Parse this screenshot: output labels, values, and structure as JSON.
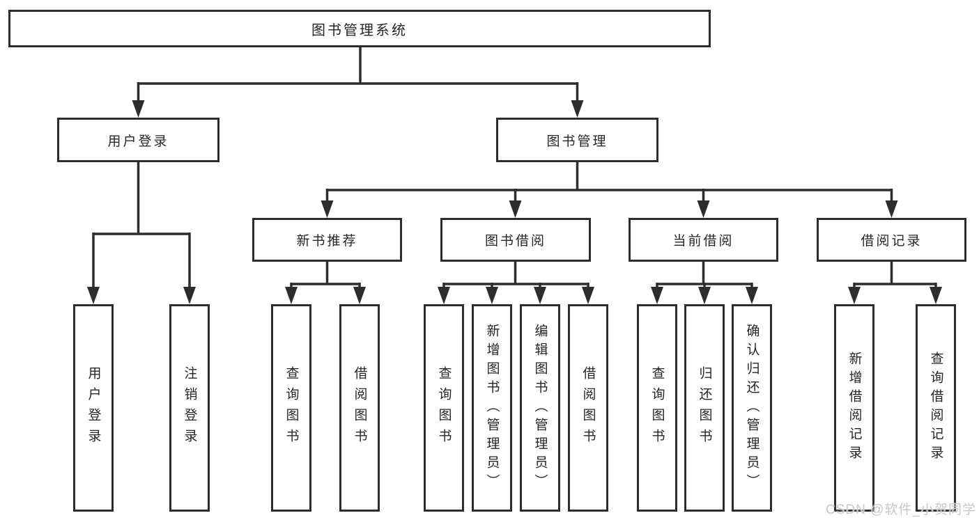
{
  "diagram": {
    "root": {
      "label": "图书管理系统"
    },
    "branches": [
      {
        "label": "用户登录",
        "children": [
          {
            "label": "用户登录"
          },
          {
            "label": "注销登录"
          }
        ]
      },
      {
        "label": "图书管理",
        "children": [
          {
            "label": "新书推荐",
            "children": [
              {
                "label": "查询图书"
              },
              {
                "label": "借阅图书"
              }
            ]
          },
          {
            "label": "图书借阅",
            "children": [
              {
                "label": "查询图书"
              },
              {
                "label": "新增图书（管理员）"
              },
              {
                "label": "编辑图书（管理员）"
              },
              {
                "label": "借阅图书"
              }
            ]
          },
          {
            "label": "当前借阅",
            "children": [
              {
                "label": "查询图书"
              },
              {
                "label": "归还图书"
              },
              {
                "label": "确认归还（管理员）"
              }
            ]
          },
          {
            "label": "借阅记录",
            "children": [
              {
                "label": "新增借阅记录"
              },
              {
                "label": "查询借阅记录"
              }
            ]
          }
        ]
      }
    ],
    "watermark": {
      "text": "CSDN @软件_小贺同学"
    }
  },
  "colors": {
    "line": "#2d2d2d",
    "box_border": "#2d2d2d",
    "text": "#262626",
    "watermark": "#c8c8c8",
    "background": "#ffffff"
  }
}
